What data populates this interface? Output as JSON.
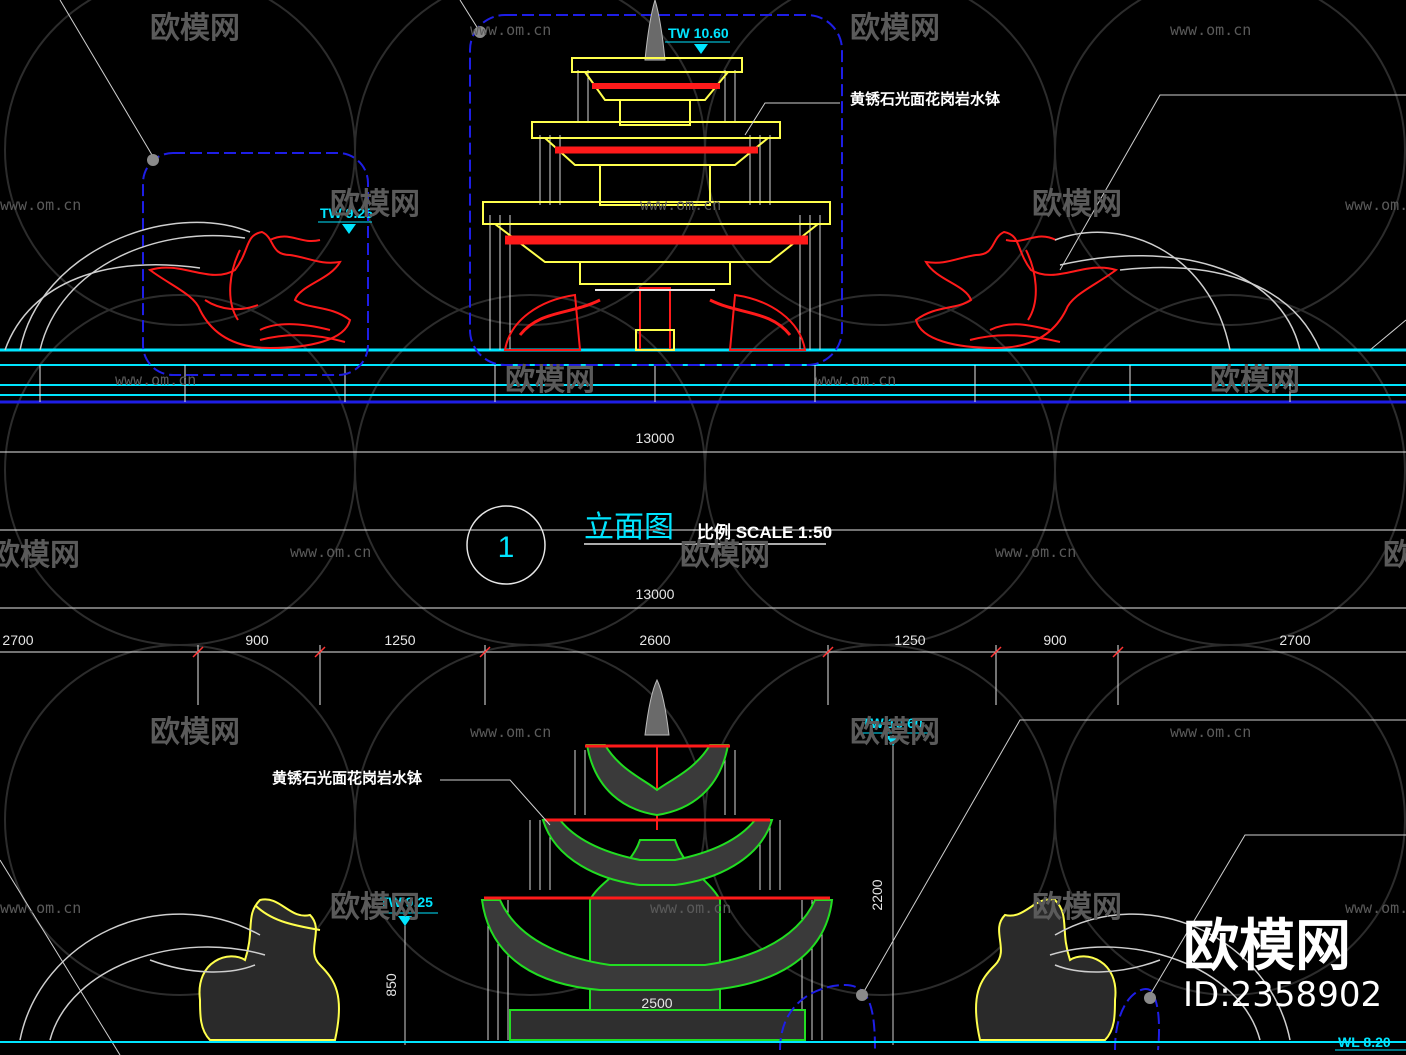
{
  "drawing": {
    "title_cn": "立面图",
    "scale_label": "比例 SCALE 1:50",
    "view_number": "1",
    "overall_dim_top": "13000",
    "overall_dim_mid": "13000",
    "segment_dims": [
      "2700",
      "900",
      "1250",
      "2600",
      "1250",
      "900",
      "2700"
    ],
    "height_dims": [
      "2200",
      "850"
    ],
    "base_width_dim": "2500"
  },
  "levels": {
    "tw_top": "TW 10.60",
    "tw_side": "TW 9.25",
    "tw_top_section": "TW 10.60",
    "tw_side_section": "TW 9.25",
    "wl": "WL 8.20"
  },
  "notes": {
    "material_1": "黄锈石光面花岗岩水钵",
    "material_2": "黄锈石光面花岗岩水钵"
  },
  "watermarks": {
    "cn": "欧模网",
    "url": "www.om.cn",
    "brand": "欧模网",
    "id": "ID:2358902"
  },
  "colors": {
    "background": "#000000",
    "cyan": "#00e5ff",
    "blue": "#1e1ee6",
    "yellow": "#ffff4d",
    "red": "#ff1a1a",
    "green": "#22dd22",
    "white": "#e6e6e6"
  }
}
